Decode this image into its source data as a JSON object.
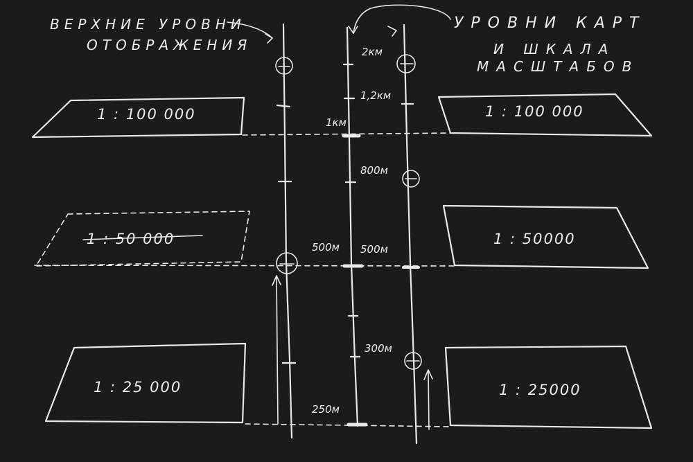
{
  "header": {
    "left_title_line1": "ВЕРХНИЕ УРОВНИ",
    "left_title_line2": "ОТОБРАЖЕНИЯ",
    "right_title_line1": "УРОВНИ КАРТ",
    "right_title_line2": "И ШКАЛА",
    "right_title_line3": "МАСШТАБОВ"
  },
  "maps_left": {
    "scale_100k": "1 : 100 000",
    "scale_50k": "1 : 50 000",
    "scale_25k": "1 : 25 000"
  },
  "maps_right": {
    "scale_100k": "1 : 100 000",
    "scale_50k": "1 : 50000",
    "scale_25k": "1 : 25000"
  },
  "scale_ticks": {
    "d_2km": "2км",
    "d_1_2km": "1,2км",
    "d_1km": "1км",
    "d_800m_top": "800м",
    "d_500m_left": "500м",
    "d_500m_center": "500м",
    "d_300m": "300м",
    "d_250m": "250м"
  }
}
